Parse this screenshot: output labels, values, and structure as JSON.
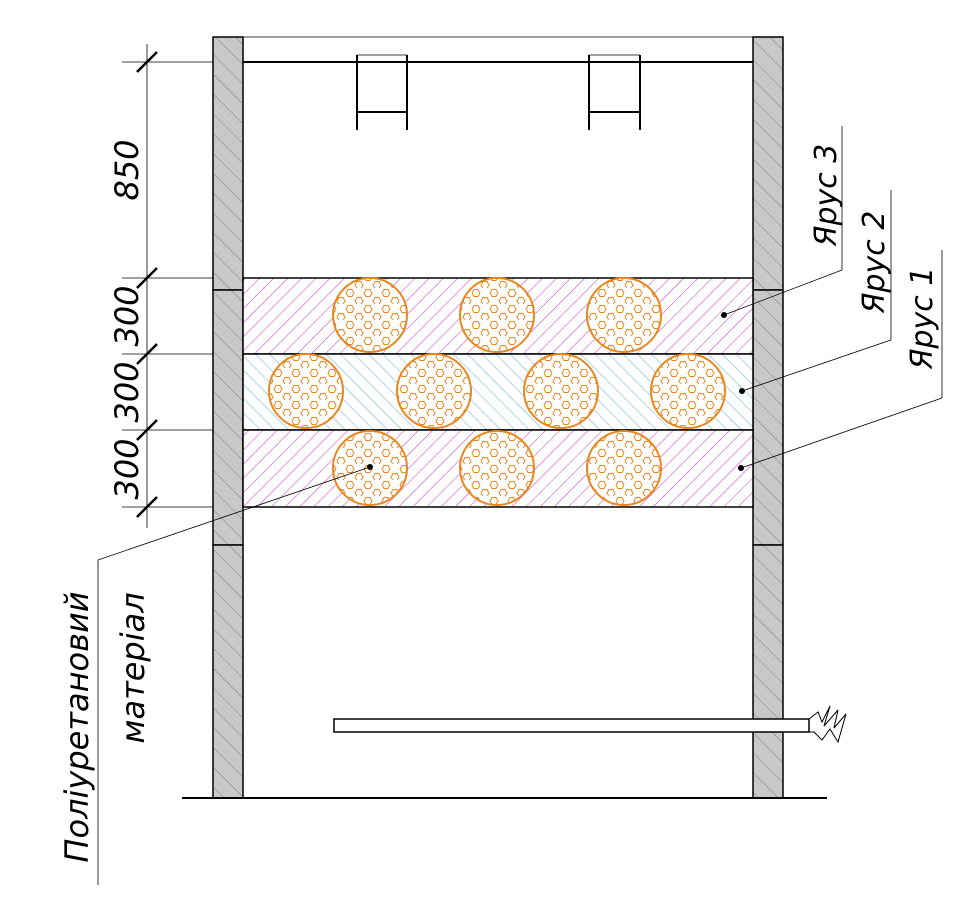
{
  "dimensions": {
    "top": "850",
    "tier3": "300",
    "tier2": "300",
    "tier1": "300"
  },
  "tiers": [
    {
      "label": "Ярус 1",
      "balls": 3,
      "fill": "#c000c0"
    },
    {
      "label": "Ярус 2",
      "balls": 4,
      "fill": "#3c9ad6"
    },
    {
      "label": "Ярус 3",
      "balls": 3,
      "fill": "#c000c0"
    }
  ],
  "material": {
    "line1": "Поліуретановий",
    "line2": "матеріал"
  },
  "colors": {
    "wall": "#c8c8c8",
    "ball": "#e8871e",
    "line": "#000000"
  }
}
